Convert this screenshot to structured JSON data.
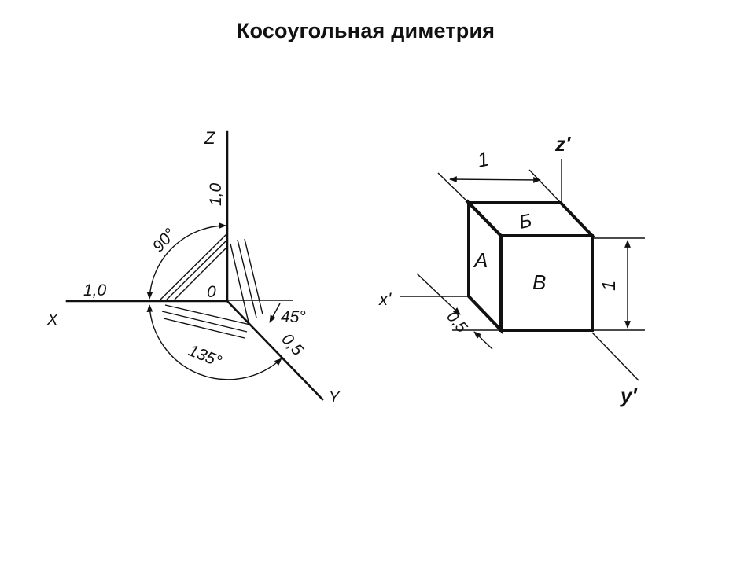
{
  "title": "Косоугольная диметрия",
  "axes_diagram": {
    "axis_z": "Z",
    "axis_x": "X",
    "axis_y": "Y",
    "origin": "0",
    "coef_z": "1,0",
    "coef_x": "1,0",
    "coef_y": "0,5",
    "angle_xz": "90°",
    "angle_xy": "135°",
    "angle_y": "45°"
  },
  "cube_diagram": {
    "axis_z": "z'",
    "axis_x": "x'",
    "axis_y": "y'",
    "face_top": "Б",
    "face_left": "А",
    "face_front": "В",
    "dim_top": "1",
    "dim_right": "1",
    "dim_depth": "0,5"
  }
}
